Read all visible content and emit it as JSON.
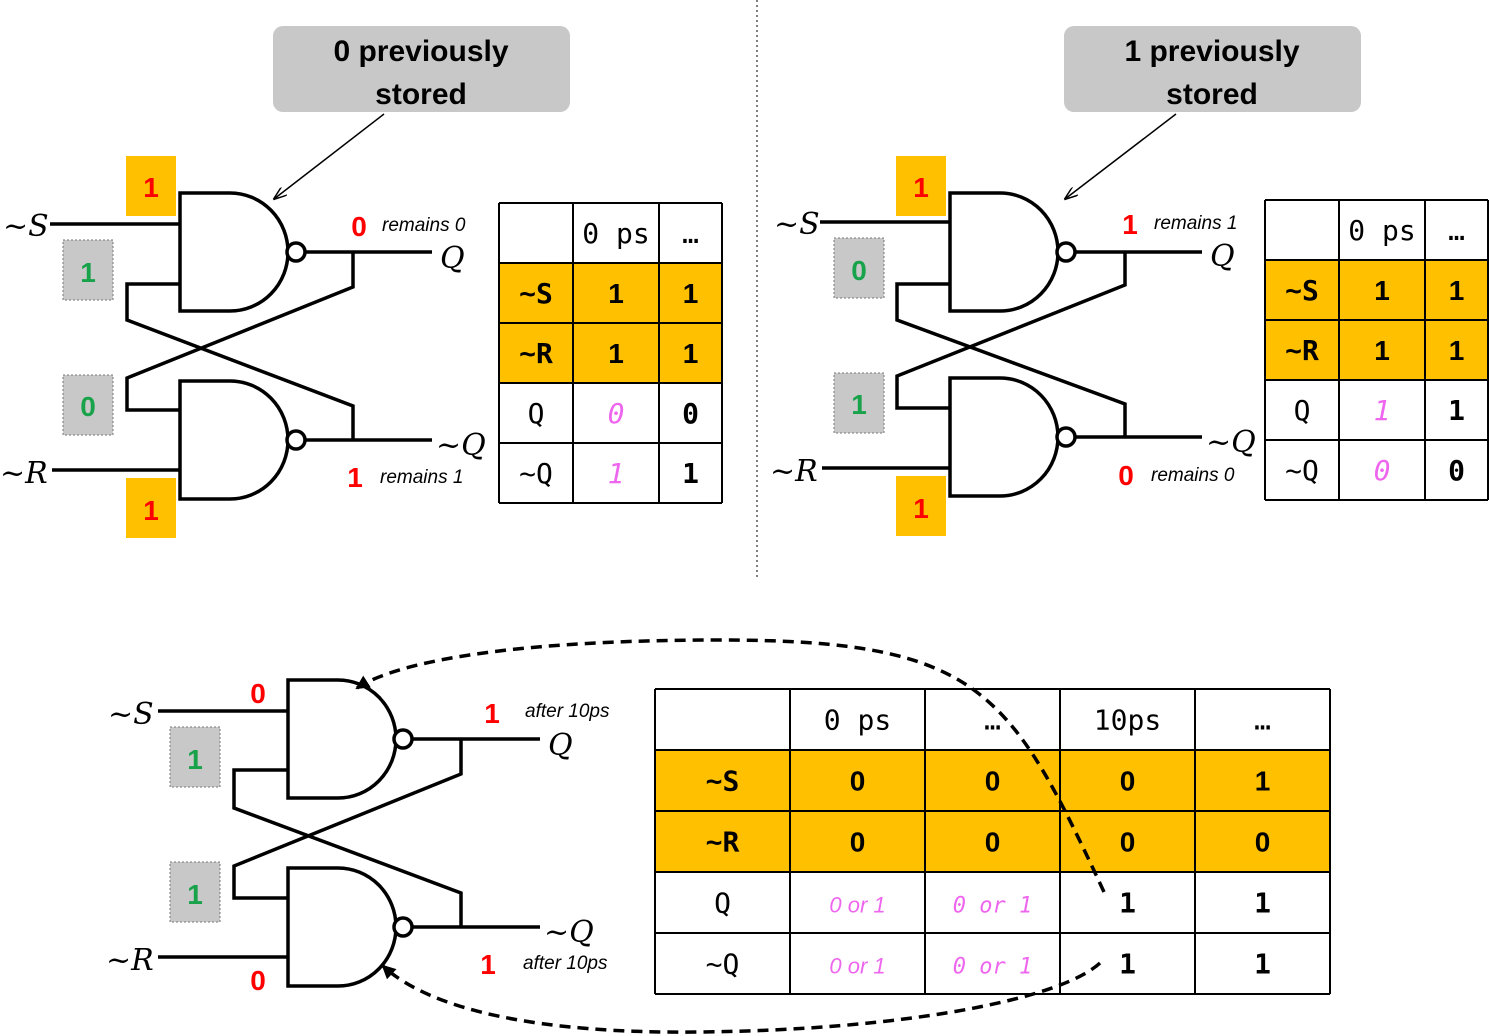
{
  "colors": {
    "orange": "#FFC000",
    "gray": "#C8C8C8",
    "red": "#FF0000",
    "green": "#18A24A",
    "magenta": "#EE66EE",
    "line": "#000000"
  },
  "panels": [
    {
      "callout": [
        "0 previously",
        "stored"
      ],
      "in_s": "~S",
      "in_r": "~R",
      "out_q": "Q",
      "out_nq": "~Q",
      "s_val": "1",
      "r_val": "1",
      "fb_top": "1",
      "fb_bot": "0",
      "q_val": "0",
      "q_note": "remains 0",
      "nq_val": "1",
      "nq_note": "remains 1",
      "table": {
        "headers": [
          "",
          "0 ps",
          "…"
        ],
        "rows": [
          {
            "label": "~S",
            "cells": [
              "1",
              "1"
            ],
            "style": "input"
          },
          {
            "label": "~R",
            "cells": [
              "1",
              "1"
            ],
            "style": "input"
          },
          {
            "label": "Q",
            "cells": [
              "0",
              "0"
            ],
            "style": "output"
          },
          {
            "label": "~Q",
            "cells": [
              "1",
              "1"
            ],
            "style": "output"
          }
        ]
      }
    },
    {
      "callout": [
        "1 previously",
        "stored"
      ],
      "in_s": "~S",
      "in_r": "~R",
      "out_q": "Q",
      "out_nq": "~Q",
      "s_val": "1",
      "r_val": "1",
      "fb_top": "0",
      "fb_bot": "1",
      "q_val": "1",
      "q_note": "remains 1",
      "nq_val": "0",
      "nq_note": "remains 0",
      "table": {
        "headers": [
          "",
          "0 ps",
          "…"
        ],
        "rows": [
          {
            "label": "~S",
            "cells": [
              "1",
              "1"
            ],
            "style": "input"
          },
          {
            "label": "~R",
            "cells": [
              "1",
              "1"
            ],
            "style": "input"
          },
          {
            "label": "Q",
            "cells": [
              "1",
              "1"
            ],
            "style": "output"
          },
          {
            "label": "~Q",
            "cells": [
              "0",
              "0"
            ],
            "style": "output"
          }
        ]
      }
    }
  ],
  "bottom": {
    "in_s": "~S",
    "in_r": "~R",
    "out_q": "Q",
    "out_nq": "~Q",
    "s_val": "0",
    "r_val": "0",
    "fb_top": "1",
    "fb_bot": "1",
    "q_val": "1",
    "q_note": "after 10ps",
    "nq_val": "1",
    "nq_note": "after 10ps",
    "table": {
      "headers": [
        "",
        "0 ps",
        "…",
        "10ps",
        "…"
      ],
      "rows": [
        {
          "label": "~S",
          "cells": [
            "0",
            "0",
            "0",
            "1"
          ],
          "style": "input"
        },
        {
          "label": "~R",
          "cells": [
            "0",
            "0",
            "0",
            "0"
          ],
          "style": "input"
        },
        {
          "label": "Q",
          "cells": [
            "0 or 1",
            "0 or 1",
            "1",
            "1"
          ],
          "style": "output"
        },
        {
          "label": "~Q",
          "cells": [
            "0 or 1",
            "0 or 1",
            "1",
            "1"
          ],
          "style": "output"
        }
      ]
    }
  }
}
